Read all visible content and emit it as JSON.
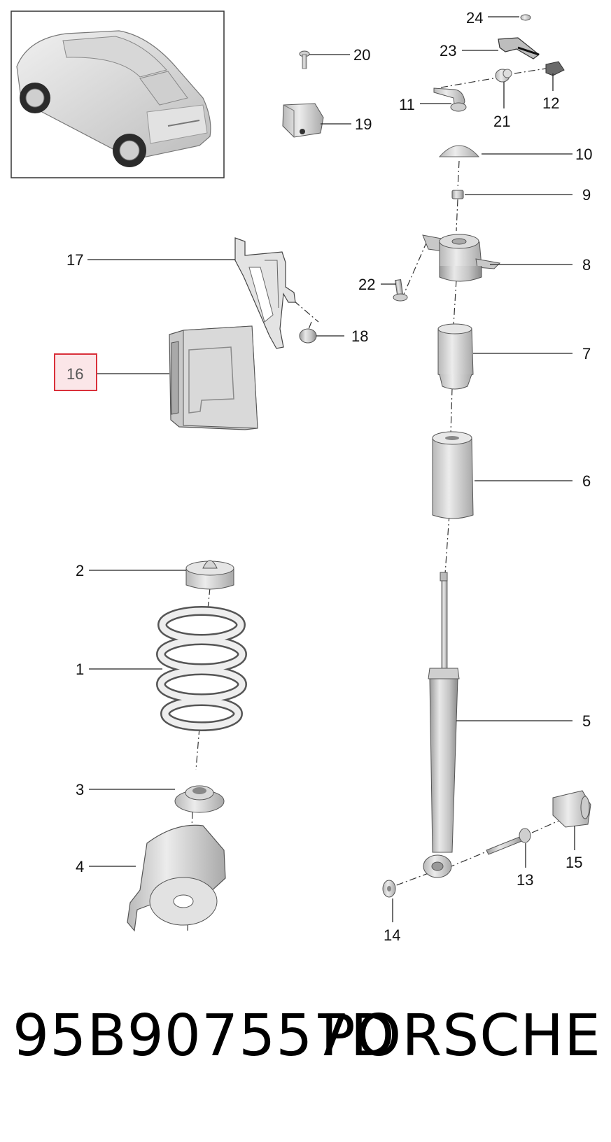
{
  "callouts": {
    "p1": "1",
    "p2": "2",
    "p3": "3",
    "p4": "4",
    "p5": "5",
    "p6": "6",
    "p7": "7",
    "p8": "8",
    "p9": "9",
    "p10": "10",
    "p11": "11",
    "p12": "12",
    "p13": "13",
    "p14": "14",
    "p15": "15",
    "p16": "16",
    "p17": "17",
    "p18": "18",
    "p19": "19",
    "p20": "20",
    "p21": "21",
    "p22": "22",
    "p23": "23",
    "p24": "24"
  },
  "highlighted_part": "16",
  "footer": {
    "part_number": "95B907557D",
    "brand": "PORSCHE"
  },
  "colors": {
    "highlight": "#d9303a",
    "highlight_fill": "#fbe6e8",
    "part_fill": "#d6d6d6",
    "part_stroke": "#5a5a5a",
    "leader": "#222222"
  }
}
